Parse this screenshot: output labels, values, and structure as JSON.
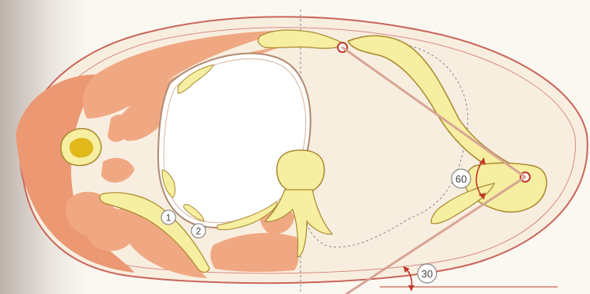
{
  "callouts": {
    "marker_1": "1",
    "marker_2": "2",
    "angle_60": "60",
    "angle_30": "30"
  },
  "colors": {
    "skin_fill": "#f8eee0",
    "skin_outline": "#c9665a",
    "muscle": "#f0a883",
    "bone": "#f6eea0",
    "bone_outline": "#a9892e",
    "marrow": "#e0b81a",
    "guide_line": "#d8a595",
    "angle_arrow": "#c0392b"
  }
}
